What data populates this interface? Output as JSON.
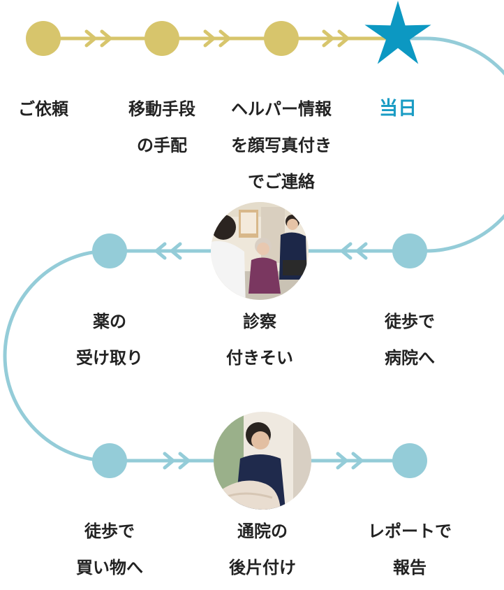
{
  "colors": {
    "done": "#d7c56c",
    "path": "#94ccd8",
    "star": "#0c98c2",
    "today_text": "#1a9cc4",
    "text": "#222222"
  },
  "steps": {
    "s1": {
      "line1": "ご依頼",
      "line2": ""
    },
    "s2": {
      "line1": "移動手段",
      "line2": "の手配"
    },
    "s3": {
      "line1": "ヘルパー情報",
      "line2": "を顔写真付き",
      "line3": "でご連絡"
    },
    "s4": {
      "line1": "当日",
      "icon": "star-icon"
    },
    "s5": {
      "line1": "徒歩で",
      "line2": "病院へ"
    },
    "s6": {
      "line1": "診察",
      "line2": "付きそい",
      "photo": "clinic-consultation-photo"
    },
    "s7": {
      "line1": "薬の",
      "line2": "受け取り"
    },
    "s8": {
      "line1": "徒歩で",
      "line2": "買い物へ"
    },
    "s9": {
      "line1": "通院の",
      "line2": "後片付け",
      "photo": "helper-folding-laundry-photo"
    },
    "s10": {
      "line1": "レポートで",
      "line2": "報告"
    }
  }
}
